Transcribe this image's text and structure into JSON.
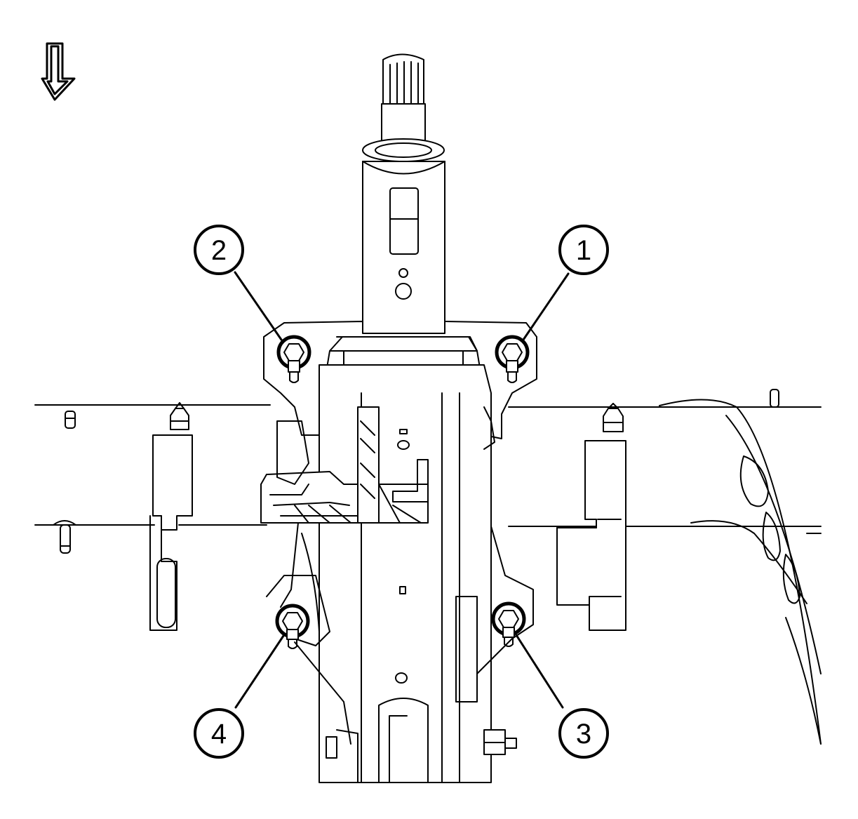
{
  "diagram": {
    "direction_arrow": {
      "icon": "down-arrow-icon",
      "meaning": "view direction"
    },
    "callouts": [
      {
        "id": "callout-1",
        "label": "1"
      },
      {
        "id": "callout-2",
        "label": "2"
      },
      {
        "id": "callout-3",
        "label": "3"
      },
      {
        "id": "callout-4",
        "label": "4"
      }
    ],
    "colors": {
      "line": "#000000",
      "background": "#ffffff"
    }
  }
}
